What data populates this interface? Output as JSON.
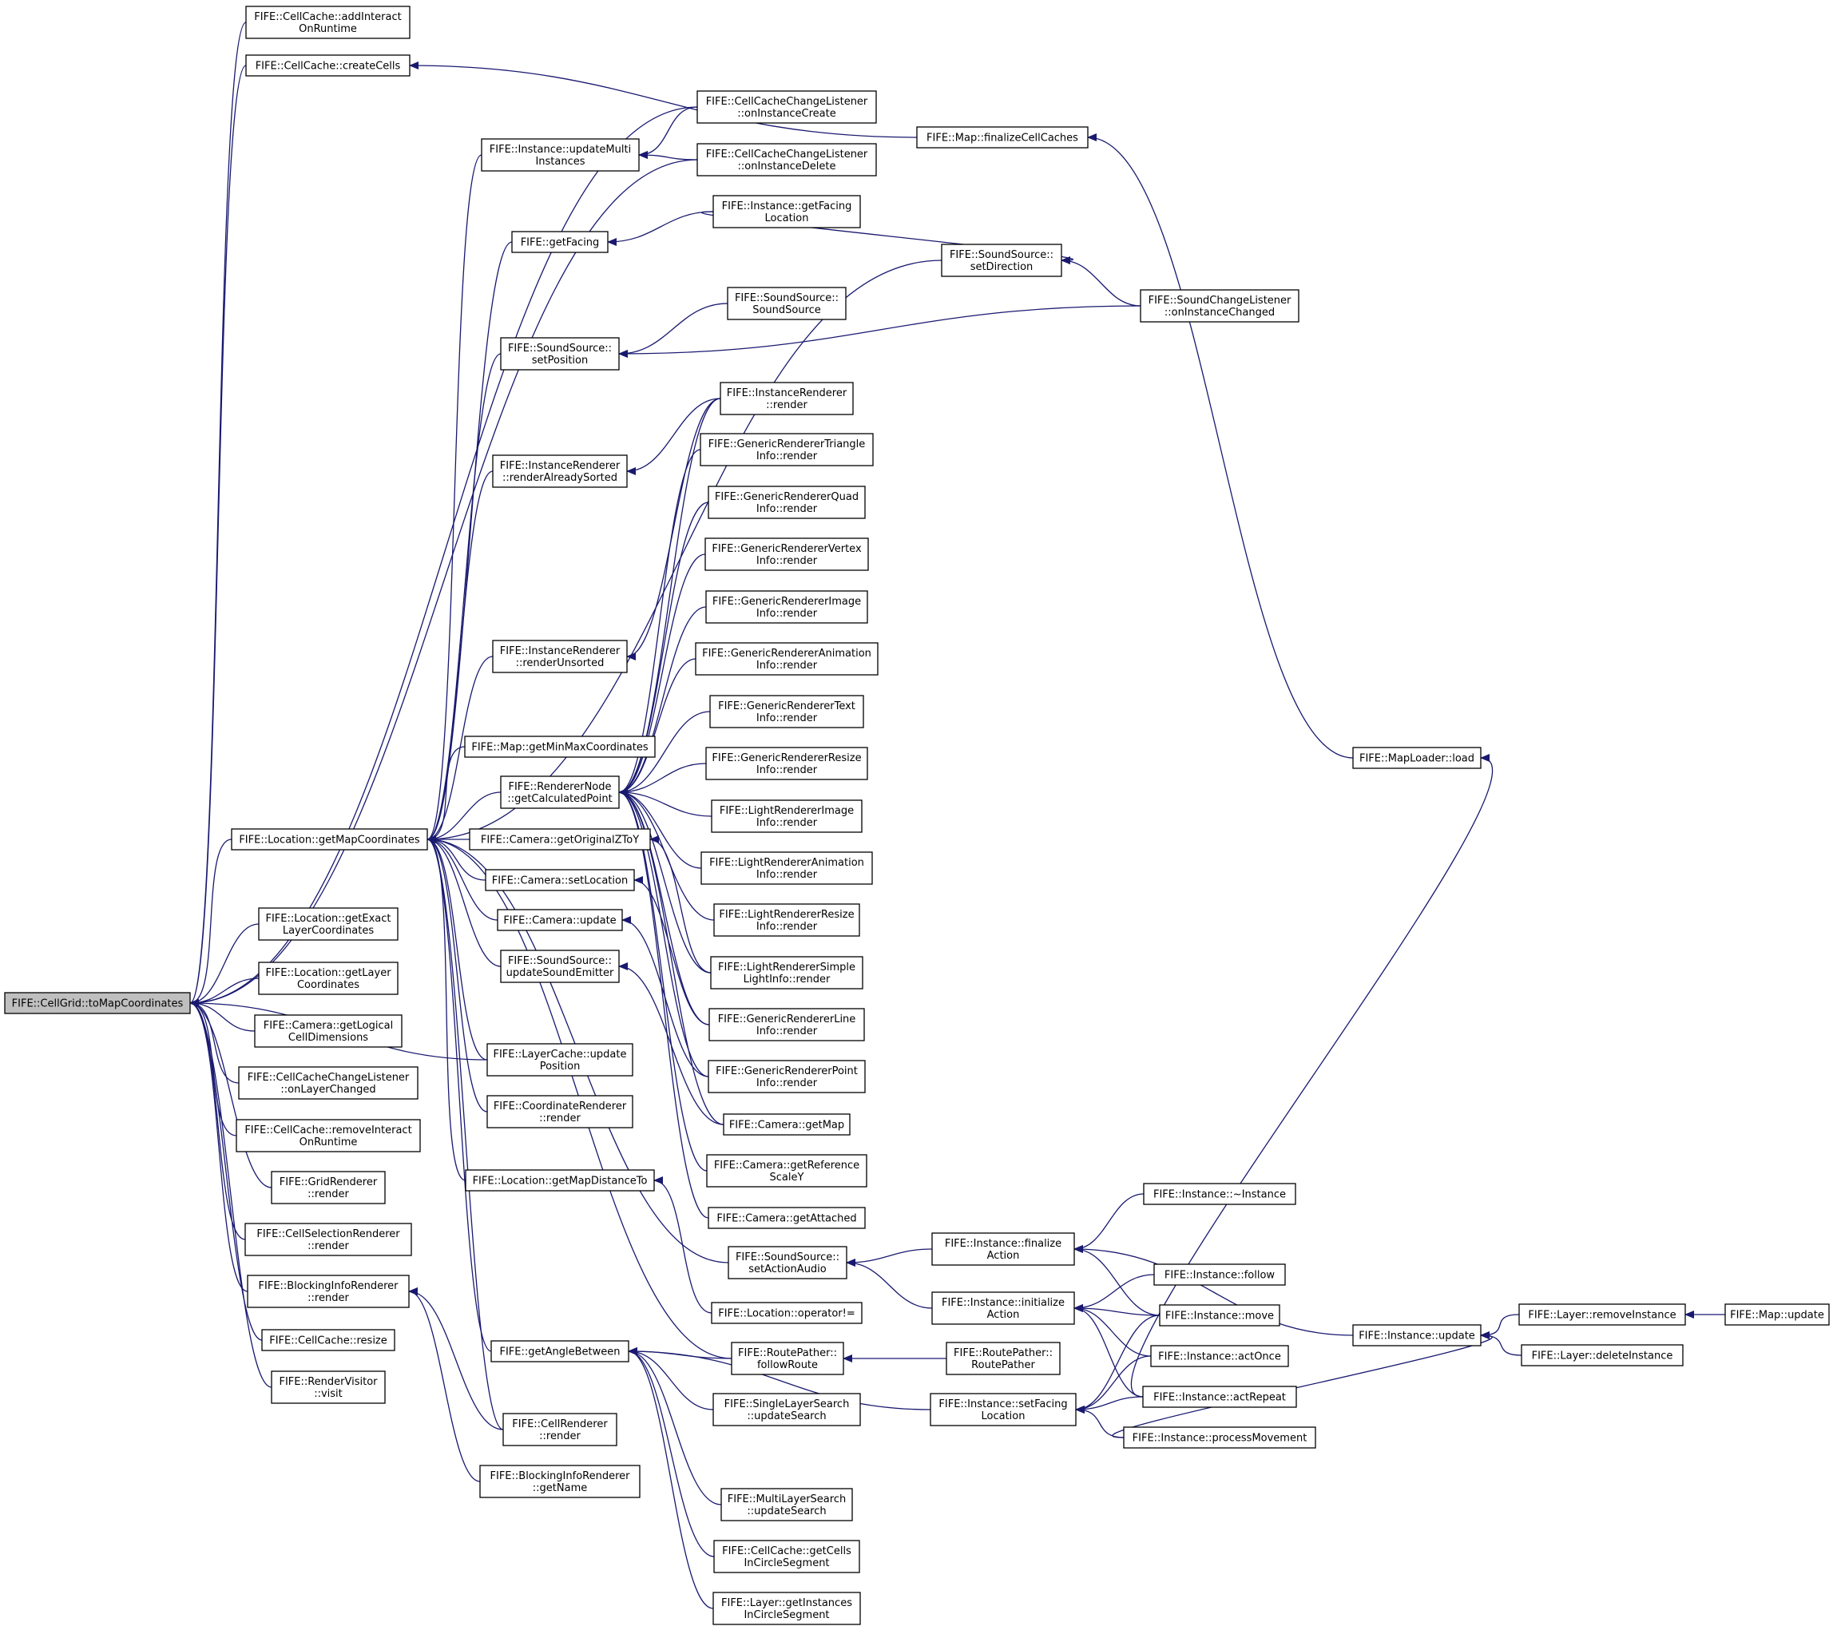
{
  "title": "",
  "colors": {
    "edge": "#191970",
    "root_fill": "#bfbfbf",
    "node_fill": "#ffffff",
    "node_stroke": "#000000"
  },
  "nodes": [
    {
      "id": "root",
      "lines": [
        "FIFE::CellGrid::toMapCoordinates"
      ]
    },
    {
      "id": "addInteract",
      "lines": [
        "FIFE::CellCache::addInteract",
        "OnRuntime"
      ]
    },
    {
      "id": "createCells",
      "lines": [
        "FIFE::CellCache::createCells"
      ]
    },
    {
      "id": "getMapCoords",
      "lines": [
        "FIFE::Location::getMapCoordinates"
      ]
    },
    {
      "id": "getExactLayer",
      "lines": [
        "FIFE::Location::getExact",
        "LayerCoordinates"
      ]
    },
    {
      "id": "getLayerCoords",
      "lines": [
        "FIFE::Location::getLayer",
        "Coordinates"
      ]
    },
    {
      "id": "getLogicalCell",
      "lines": [
        "FIFE::Camera::getLogical",
        "CellDimensions"
      ]
    },
    {
      "id": "onLayerChanged",
      "lines": [
        "FIFE::CellCacheChangeListener",
        "::onLayerChanged"
      ]
    },
    {
      "id": "removeInteract",
      "lines": [
        "FIFE::CellCache::removeInteract",
        "OnRuntime"
      ]
    },
    {
      "id": "gridRender",
      "lines": [
        "FIFE::GridRenderer",
        "::render"
      ]
    },
    {
      "id": "cellSelRender",
      "lines": [
        "FIFE::CellSelectionRenderer",
        "::render"
      ]
    },
    {
      "id": "blockingRender",
      "lines": [
        "FIFE::BlockingInfoRenderer",
        "::render"
      ]
    },
    {
      "id": "cacheResize",
      "lines": [
        "FIFE::CellCache::resize"
      ]
    },
    {
      "id": "renderVisit",
      "lines": [
        "FIFE::RenderVisitor",
        "::visit"
      ]
    },
    {
      "id": "updateMulti",
      "lines": [
        "FIFE::Instance::updateMulti",
        "Instances"
      ]
    },
    {
      "id": "getFacing",
      "lines": [
        "FIFE::getFacing"
      ]
    },
    {
      "id": "ssSetPosition",
      "lines": [
        "FIFE::SoundSource::",
        "setPosition"
      ]
    },
    {
      "id": "irAlreadySorted",
      "lines": [
        "FIFE::InstanceRenderer",
        "::renderAlreadySorted"
      ]
    },
    {
      "id": "irUnsorted",
      "lines": [
        "FIFE::InstanceRenderer",
        "::renderUnsorted"
      ]
    },
    {
      "id": "mapMinMax",
      "lines": [
        "FIFE::Map::getMinMaxCoordinates"
      ]
    },
    {
      "id": "rnCalcPoint",
      "lines": [
        "FIFE::RendererNode",
        "::getCalculatedPoint"
      ]
    },
    {
      "id": "camOrigZ",
      "lines": [
        "FIFE::Camera::getOriginalZToY"
      ]
    },
    {
      "id": "camSetLoc",
      "lines": [
        "FIFE::Camera::setLocation"
      ]
    },
    {
      "id": "camUpdate",
      "lines": [
        "FIFE::Camera::update"
      ]
    },
    {
      "id": "ssUpdateEmitter",
      "lines": [
        "FIFE::SoundSource::",
        "updateSoundEmitter"
      ]
    },
    {
      "id": "lcUpdatePos",
      "lines": [
        "FIFE::LayerCache::update",
        "Position"
      ]
    },
    {
      "id": "coordRender",
      "lines": [
        "FIFE::CoordinateRenderer",
        "::render"
      ]
    },
    {
      "id": "getMapDist",
      "lines": [
        "FIFE::Location::getMapDistanceTo"
      ]
    },
    {
      "id": "getAngle",
      "lines": [
        "FIFE::getAngleBetween"
      ]
    },
    {
      "id": "cellRender",
      "lines": [
        "FIFE::CellRenderer",
        "::render"
      ]
    },
    {
      "id": "birGetName",
      "lines": [
        "FIFE::BlockingInfoRenderer",
        "::getName"
      ]
    },
    {
      "id": "onInstCreate",
      "lines": [
        "FIFE::CellCacheChangeListener",
        "::onInstanceCreate"
      ]
    },
    {
      "id": "onInstDelete",
      "lines": [
        "FIFE::CellCacheChangeListener",
        "::onInstanceDelete"
      ]
    },
    {
      "id": "instGetFacingLoc",
      "lines": [
        "FIFE::Instance::getFacing",
        "Location"
      ]
    },
    {
      "id": "ssCtor",
      "lines": [
        "FIFE::SoundSource::",
        "SoundSource"
      ]
    },
    {
      "id": "irRender",
      "lines": [
        "FIFE::InstanceRenderer",
        "::render"
      ]
    },
    {
      "id": "grTriangle",
      "lines": [
        "FIFE::GenericRendererTriangle",
        "Info::render"
      ]
    },
    {
      "id": "grQuad",
      "lines": [
        "FIFE::GenericRendererQuad",
        "Info::render"
      ]
    },
    {
      "id": "grVertex",
      "lines": [
        "FIFE::GenericRendererVertex",
        "Info::render"
      ]
    },
    {
      "id": "grImage",
      "lines": [
        "FIFE::GenericRendererImage",
        "Info::render"
      ]
    },
    {
      "id": "grAnimation",
      "lines": [
        "FIFE::GenericRendererAnimation",
        "Info::render"
      ]
    },
    {
      "id": "grText",
      "lines": [
        "FIFE::GenericRendererText",
        "Info::render"
      ]
    },
    {
      "id": "grResize",
      "lines": [
        "FIFE::GenericRendererResize",
        "Info::render"
      ]
    },
    {
      "id": "lrImage",
      "lines": [
        "FIFE::LightRendererImage",
        "Info::render"
      ]
    },
    {
      "id": "lrAnimation",
      "lines": [
        "FIFE::LightRendererAnimation",
        "Info::render"
      ]
    },
    {
      "id": "lrResize",
      "lines": [
        "FIFE::LightRendererResize",
        "Info::render"
      ]
    },
    {
      "id": "lrSimple",
      "lines": [
        "FIFE::LightRendererSimple",
        "LightInfo::render"
      ]
    },
    {
      "id": "grLine",
      "lines": [
        "FIFE::GenericRendererLine",
        "Info::render"
      ]
    },
    {
      "id": "grPoint",
      "lines": [
        "FIFE::GenericRendererPoint",
        "Info::render"
      ]
    },
    {
      "id": "camGetMap",
      "lines": [
        "FIFE::Camera::getMap"
      ]
    },
    {
      "id": "camRefScale",
      "lines": [
        "FIFE::Camera::getReference",
        "ScaleY"
      ]
    },
    {
      "id": "camAttached",
      "lines": [
        "FIFE::Camera::getAttached"
      ]
    },
    {
      "id": "ssSetActionAudio",
      "lines": [
        "FIFE::SoundSource::",
        "setActionAudio"
      ]
    },
    {
      "id": "locNotEq",
      "lines": [
        "FIFE::Location::operator!="
      ]
    },
    {
      "id": "rpFollowRoute",
      "lines": [
        "FIFE::RoutePather::",
        "followRoute"
      ]
    },
    {
      "id": "slsUpdate",
      "lines": [
        "FIFE::SingleLayerSearch",
        "::updateSearch"
      ]
    },
    {
      "id": "mlsUpdate",
      "lines": [
        "FIFE::MultiLayerSearch",
        "::updateSearch"
      ]
    },
    {
      "id": "ccCellsInCircle",
      "lines": [
        "FIFE::CellCache::getCells",
        "InCircleSegment"
      ]
    },
    {
      "id": "layerInstInCircle",
      "lines": [
        "FIFE::Layer::getInstances",
        "InCircleSegment"
      ]
    },
    {
      "id": "mapFinalize",
      "lines": [
        "FIFE::Map::finalizeCellCaches"
      ]
    },
    {
      "id": "ssSetDirection",
      "lines": [
        "FIFE::SoundSource::",
        "setDirection"
      ]
    },
    {
      "id": "instFinalizeAction",
      "lines": [
        "FIFE::Instance::finalize",
        "Action"
      ]
    },
    {
      "id": "instInitAction",
      "lines": [
        "FIFE::Instance::initialize",
        "Action"
      ]
    },
    {
      "id": "rpCtor",
      "lines": [
        "FIFE::RoutePather::",
        "RoutePather"
      ]
    },
    {
      "id": "instSetFacingLoc",
      "lines": [
        "FIFE::Instance::setFacing",
        "Location"
      ]
    },
    {
      "id": "sclOnInstChanged",
      "lines": [
        "FIFE::SoundChangeListener",
        "::onInstanceChanged"
      ]
    },
    {
      "id": "instDtor",
      "lines": [
        "FIFE::Instance::~Instance"
      ]
    },
    {
      "id": "instFollow",
      "lines": [
        "FIFE::Instance::follow"
      ]
    },
    {
      "id": "instMove",
      "lines": [
        "FIFE::Instance::move"
      ]
    },
    {
      "id": "instActOnce",
      "lines": [
        "FIFE::Instance::actOnce"
      ]
    },
    {
      "id": "instActRepeat",
      "lines": [
        "FIFE::Instance::actRepeat"
      ]
    },
    {
      "id": "instProcMove",
      "lines": [
        "FIFE::Instance::processMovement"
      ]
    },
    {
      "id": "mapLoaderLoad",
      "lines": [
        "FIFE::MapLoader::load"
      ]
    },
    {
      "id": "instUpdate",
      "lines": [
        "FIFE::Instance::update"
      ]
    },
    {
      "id": "layerRemoveInst",
      "lines": [
        "FIFE::Layer::removeInstance"
      ]
    },
    {
      "id": "layerDeleteInst",
      "lines": [
        "FIFE::Layer::deleteInstance"
      ]
    },
    {
      "id": "mapUpdate",
      "lines": [
        "FIFE::Map::update"
      ]
    }
  ],
  "edges": [
    [
      "addInteract",
      "root"
    ],
    [
      "createCells",
      "root"
    ],
    [
      "getMapCoords",
      "root"
    ],
    [
      "getExactLayer",
      "root"
    ],
    [
      "getLayerCoords",
      "root"
    ],
    [
      "getLogicalCell",
      "root"
    ],
    [
      "onLayerChanged",
      "root"
    ],
    [
      "removeInteract",
      "root"
    ],
    [
      "gridRender",
      "root"
    ],
    [
      "cellSelRender",
      "root"
    ],
    [
      "blockingRender",
      "root"
    ],
    [
      "cacheResize",
      "root"
    ],
    [
      "renderVisit",
      "root"
    ],
    [
      "onInstCreate",
      "root"
    ],
    [
      "onInstDelete",
      "root"
    ],
    [
      "lcUpdatePos",
      "root"
    ],
    [
      "updateMulti",
      "getMapCoords"
    ],
    [
      "getFacing",
      "getMapCoords"
    ],
    [
      "ssSetPosition",
      "getMapCoords"
    ],
    [
      "irAlreadySorted",
      "getMapCoords"
    ],
    [
      "irUnsorted",
      "getMapCoords"
    ],
    [
      "mapMinMax",
      "getMapCoords"
    ],
    [
      "rnCalcPoint",
      "getMapCoords"
    ],
    [
      "camOrigZ",
      "getMapCoords"
    ],
    [
      "camSetLoc",
      "getMapCoords"
    ],
    [
      "camUpdate",
      "getMapCoords"
    ],
    [
      "ssUpdateEmitter",
      "getMapCoords"
    ],
    [
      "lcUpdatePos",
      "getMapCoords"
    ],
    [
      "coordRender",
      "getMapCoords"
    ],
    [
      "getMapDist",
      "getMapCoords"
    ],
    [
      "getAngle",
      "getMapCoords"
    ],
    [
      "cellRender",
      "getMapCoords"
    ],
    [
      "ssSetDirection",
      "getMapCoords"
    ],
    [
      "rpFollowRoute",
      "getMapCoords"
    ],
    [
      "onInstCreate",
      "updateMulti"
    ],
    [
      "onInstDelete",
      "updateMulti"
    ],
    [
      "mapFinalize",
      "createCells"
    ],
    [
      "instGetFacingLoc",
      "getFacing"
    ],
    [
      "ssCtor",
      "ssSetPosition"
    ],
    [
      "sclOnInstChanged",
      "ssSetPosition"
    ],
    [
      "irRender",
      "irAlreadySorted"
    ],
    [
      "irRender",
      "irUnsorted"
    ],
    [
      "grTriangle",
      "rnCalcPoint"
    ],
    [
      "grQuad",
      "rnCalcPoint"
    ],
    [
      "grVertex",
      "rnCalcPoint"
    ],
    [
      "grImage",
      "rnCalcPoint"
    ],
    [
      "grAnimation",
      "rnCalcPoint"
    ],
    [
      "grText",
      "rnCalcPoint"
    ],
    [
      "grResize",
      "rnCalcPoint"
    ],
    [
      "lrImage",
      "rnCalcPoint"
    ],
    [
      "lrAnimation",
      "rnCalcPoint"
    ],
    [
      "lrResize",
      "rnCalcPoint"
    ],
    [
      "lrSimple",
      "rnCalcPoint"
    ],
    [
      "grLine",
      "rnCalcPoint"
    ],
    [
      "grPoint",
      "rnCalcPoint"
    ],
    [
      "camGetMap",
      "rnCalcPoint"
    ],
    [
      "camRefScale",
      "rnCalcPoint"
    ],
    [
      "camAttached",
      "rnCalcPoint"
    ],
    [
      "irRender",
      "rnCalcPoint"
    ],
    [
      "lrSimple",
      "camOrigZ"
    ],
    [
      "grLine",
      "camSetLoc"
    ],
    [
      "grPoint",
      "camUpdate"
    ],
    [
      "camGetMap",
      "ssUpdateEmitter"
    ],
    [
      "locNotEq",
      "getMapDist"
    ],
    [
      "ssSetActionAudio",
      "getMapCoords"
    ],
    [
      "rpFollowRoute",
      "getAngle"
    ],
    [
      "slsUpdate",
      "getAngle"
    ],
    [
      "mlsUpdate",
      "getAngle"
    ],
    [
      "ccCellsInCircle",
      "getAngle"
    ],
    [
      "layerInstInCircle",
      "getAngle"
    ],
    [
      "instSetFacingLoc",
      "getAngle"
    ],
    [
      "cellRender",
      "blockingRender"
    ],
    [
      "birGetName",
      "blockingRender"
    ],
    [
      "instGetFacingLoc",
      "ssSetDirection"
    ],
    [
      "sclOnInstChanged",
      "ssSetDirection"
    ],
    [
      "mapLoaderLoad",
      "mapFinalize"
    ],
    [
      "instFinalizeAction",
      "ssSetActionAudio"
    ],
    [
      "instInitAction",
      "ssSetActionAudio"
    ],
    [
      "rpCtor",
      "rpFollowRoute"
    ],
    [
      "instDtor",
      "instFinalizeAction"
    ],
    [
      "instUpdate",
      "instFinalizeAction"
    ],
    [
      "instMove",
      "instFinalizeAction"
    ],
    [
      "instFollow",
      "instInitAction"
    ],
    [
      "instMove",
      "instInitAction"
    ],
    [
      "instActOnce",
      "instInitAction"
    ],
    [
      "instActRepeat",
      "instInitAction"
    ],
    [
      "instMove",
      "instSetFacingLoc"
    ],
    [
      "instActOnce",
      "instSetFacingLoc"
    ],
    [
      "instActRepeat",
      "instSetFacingLoc"
    ],
    [
      "instProcMove",
      "instSetFacingLoc"
    ],
    [
      "instActRepeat",
      "mapLoaderLoad"
    ],
    [
      "instProcMove",
      "instUpdate"
    ],
    [
      "layerRemoveInst",
      "instUpdate"
    ],
    [
      "layerDeleteInst",
      "instUpdate"
    ],
    [
      "mapUpdate",
      "layerRemoveInst"
    ]
  ]
}
